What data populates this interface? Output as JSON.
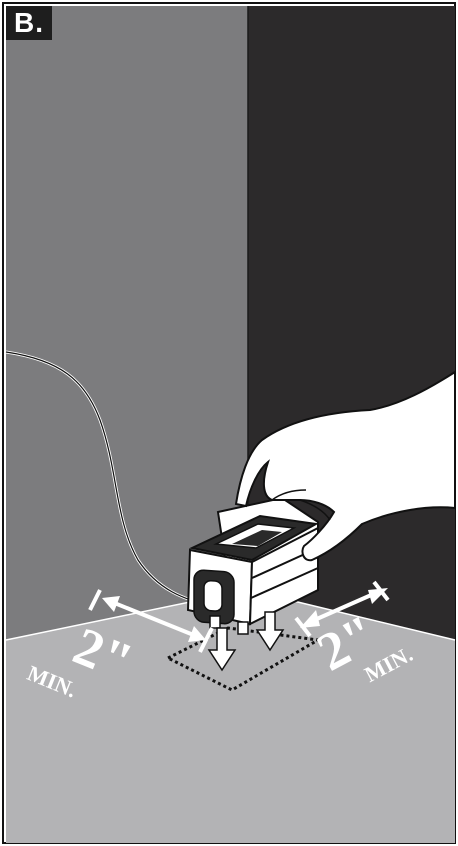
{
  "step": {
    "label": "B."
  },
  "colors": {
    "left_wall": "#7c7c7e",
    "right_wall": "#2c2a2b",
    "floor": "#b3b3b5",
    "arrow": "#ffffff",
    "outline": "#111111"
  },
  "clearance_left": {
    "value": "2\"",
    "unit": "MIN."
  },
  "clearance_right": {
    "value": "2\"",
    "unit": "MIN."
  }
}
